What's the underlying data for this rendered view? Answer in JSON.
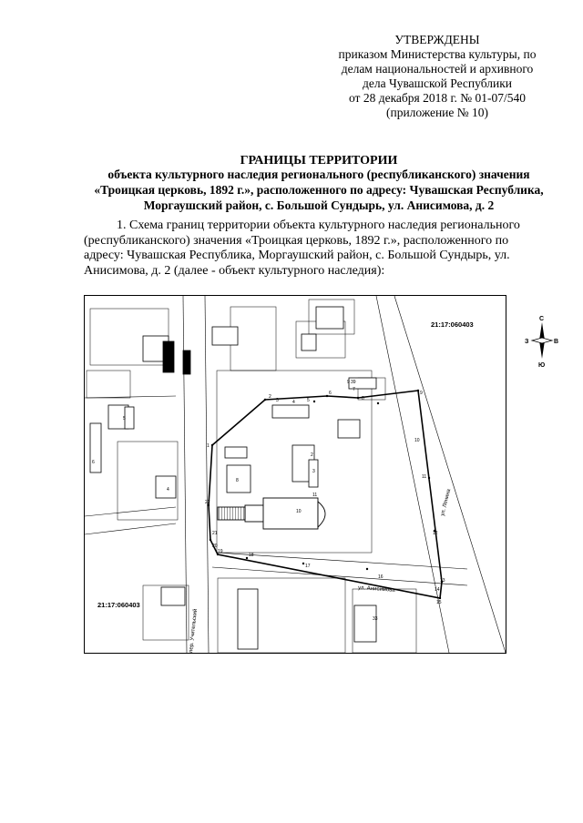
{
  "approval": {
    "line1": "УТВЕРЖДЕНЫ",
    "line2": "приказом Министерства культуры, по",
    "line3": "делам национальностей и архивного",
    "line4": "дела Чувашской Республики",
    "line5": "от 28 декабря 2018 г. № 01-07/540",
    "line6": "(приложение № 10)"
  },
  "title": {
    "main": "ГРАНИЦЫ ТЕРРИТОРИИ",
    "sub1": "объекта культурного наследия регионального (республиканского) значения",
    "sub2": "«Троицкая церковь, 1892 г.», расположенного по адресу: Чувашская Республика,",
    "sub3": "Моргаушский район, с. Большой Сундырь, ул. Анисимова, д. 2"
  },
  "paragraph": {
    "line1": "1. Схема границ территории объекта культурного наследия регионального",
    "line2": "(республиканского) значения «Троицкая церковь, 1892 г.», расположенного по",
    "line3": "адресу: Чувашская Республика, Моргаушский район, с. Большой Сундырь, ул.",
    "line4": "Анисимова, д. 2 (далее - объект культурного наследия):"
  },
  "map": {
    "cadastral_top_right": "21:17:060403",
    "cadastral_bottom_left": "21:17:060403",
    "street_anisimova": "ул. Анисимова",
    "street_uchitelsky": "пер. Учительский",
    "street_right": "ул. Ленина",
    "point_labels": [
      "1",
      "2",
      "3",
      "4",
      "5",
      "6",
      "7",
      "8",
      "9",
      "10",
      "11",
      "12",
      "13",
      "14",
      "15",
      "16",
      "17",
      "18",
      "19",
      "20",
      "21",
      "22"
    ],
    "building_numbers": [
      "1",
      "2",
      "3",
      "4",
      "5",
      "6",
      "8",
      "9",
      "10",
      "11",
      "33",
      "39"
    ]
  },
  "compass": {
    "north": "С",
    "south": "Ю",
    "west": "З",
    "east": "В"
  }
}
